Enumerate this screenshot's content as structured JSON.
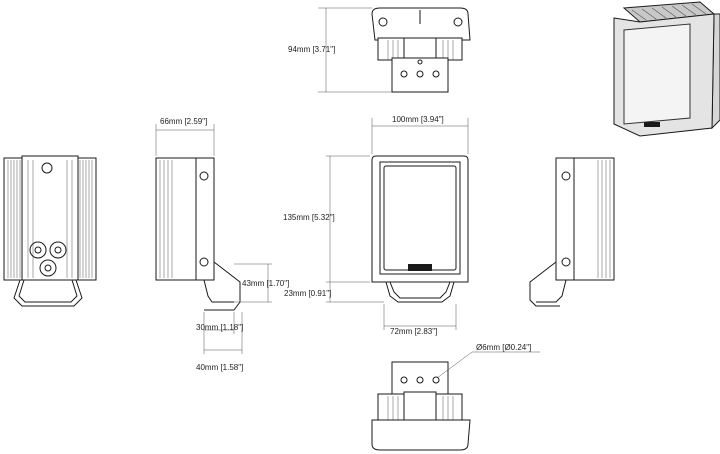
{
  "dimensions": {
    "top_height": "94mm [3.71\"]",
    "side_depth": "66mm [2.59\"]",
    "front_width": "100mm [3.94\"]",
    "front_height": "135mm [5.32\"]",
    "bracket_height": "43mm [1.70\"]",
    "bracket_offset": "23mm [0.91\"]",
    "bracket_width": "72mm [2.83\"]",
    "bracket_foot": "30mm [1.18\"]",
    "bracket_depth": "40mm [1.58\"]",
    "hole_diameter": "Ø6mm [Ø0.24\"]"
  },
  "icons": [
    "axis-logo-icon",
    "heatsink-fins-icon",
    "mounting-hole-icon"
  ]
}
